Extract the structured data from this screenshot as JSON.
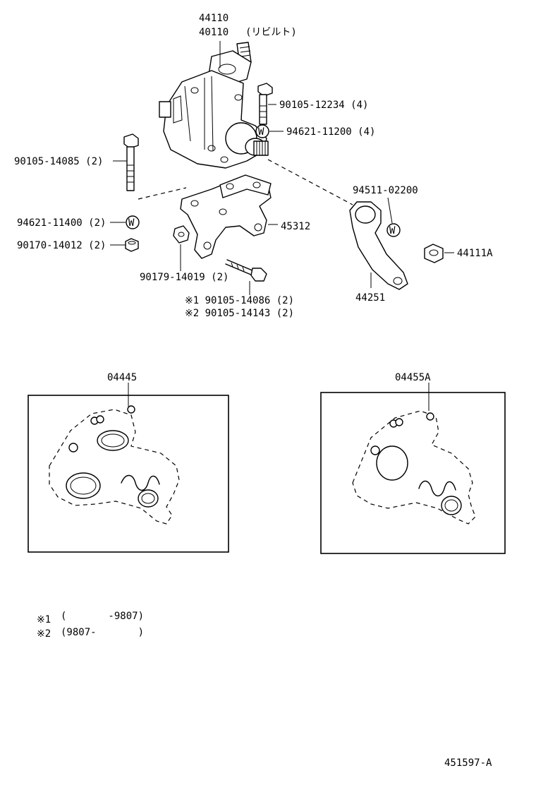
{
  "labels": {
    "gear_assy": "44110",
    "gear_rebuilt": "40110",
    "rebuilt_note": "(リビルト)",
    "bolt_upper": "90105-12234 (4)",
    "washer_upper": "94621-11200 (4)",
    "bolt_left": "90105-14085 (2)",
    "washer_left": "94621-11400 (2)",
    "nut_left": "90170-14012 (2)",
    "bracket": "45312",
    "collar": "90179-14019 (2)",
    "bolt_alt1": "※1 90105-14086 (2)",
    "bolt_alt2": "※2 90105-14143 (2)",
    "arm_washer": "94511-02200",
    "arm_nut": "44111A",
    "pitman_arm": "44251",
    "kit1": "04445",
    "kit2": "04455A"
  },
  "notes": {
    "note1_mark": "※1",
    "note1_range": "(       -9807)",
    "note2_mark": "※2",
    "note2_range": "(9807-       )"
  },
  "diagram_code": "451597-A"
}
